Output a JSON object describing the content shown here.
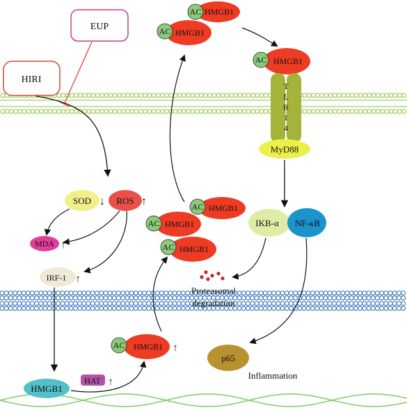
{
  "nodes": {
    "eup": "EUP",
    "hiri": "HIRI",
    "sod": "SOD",
    "ros": "ROS",
    "mda": "MDA",
    "irf1": "IRF-1",
    "hmgb1_nuclear": "HMGB1",
    "hat": "HAT",
    "ac": "AC",
    "hmgb1": "HMGB1",
    "tlr4_letters": [
      "T",
      "L",
      "R",
      "I",
      "4"
    ],
    "myd88": "MyD88",
    "ikba": "IKB-α",
    "nfkb": "NF-κB",
    "p65": "p65",
    "proteasomal": "Proteasomal",
    "degradation": "degradation",
    "inflammation": "Inflammation"
  },
  "arrows": {
    "up": "↑",
    "down": "↓"
  },
  "colors": {
    "hmgb1_red": "#ee3b24",
    "ac_green": "#8dc97b",
    "membrane_green": "#8cc63f",
    "membrane_blue": "#2e6fb7",
    "tlr4": "#a5b33a",
    "myd88": "#eef04a",
    "sod": "#f2ef8a",
    "ros": "#ea4f49",
    "mda": "#e13e9c",
    "irf1": "#efead6",
    "hmgb1_nuclear": "#52c0c9",
    "hat": "#b453a6",
    "ikba": "#dfeca6",
    "nfkb": "#1b93cc",
    "p65": "#b8922f",
    "dots": "#c0262d",
    "eup_border": "#c93a8e",
    "hiri_border": "#d04a37",
    "inhibit_line": "#e2453c",
    "dna": "#7ecb5d"
  }
}
